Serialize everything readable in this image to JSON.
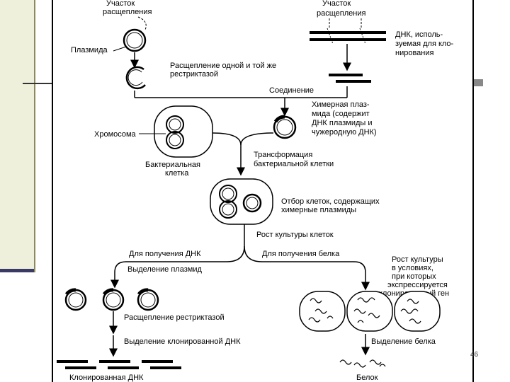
{
  "slide": {
    "page_number": "46"
  },
  "labels": {
    "site_left_1": "Участок",
    "site_left_2": "расщепления",
    "site_right_1": "Участок",
    "site_right_2": "расщепления",
    "plasmid": "Плазмида",
    "dna_1": "ДНК, исполь-",
    "dna_2": "зуемая для кло-",
    "dna_3": "нирования",
    "cleave_1": "Расщепление одной и той же",
    "cleave_2": "рестриктазой",
    "join": "Соединение",
    "chimeric_1": "Химерная плаз-",
    "chimeric_2": "мида (содержит",
    "chimeric_3": "ДНК плазмиды и",
    "chimeric_4": "чужеродную ДНК)",
    "chromosome": "Хромосома",
    "bact_cell_1": "Бактериальная",
    "bact_cell_2": "клетка",
    "transform_1": "Трансформация",
    "transform_2": "бактериальной клетки",
    "select_1": "Отбор клеток, содержащих",
    "select_2": "химерные плазмиды",
    "growth": "Рост культуры клеток",
    "for_dna": "Для получения ДНК",
    "for_protein": "Для получения белка",
    "isolate_plasmid": "Выделение плазмид",
    "growth_cond_1": "Рост культуры",
    "growth_cond_2": "в условиях,",
    "growth_cond_3": "при которых",
    "growth_cond_4": "экспрессируется",
    "growth_cond_5": "клонированный ген",
    "restriction": "Расщепление рестриктазой",
    "isolate_dna": "Выделение клонированной ДНК",
    "isolate_protein": "Выделение белка",
    "cloned_dna": "Клонированная ДНК",
    "protein": "Белок"
  }
}
